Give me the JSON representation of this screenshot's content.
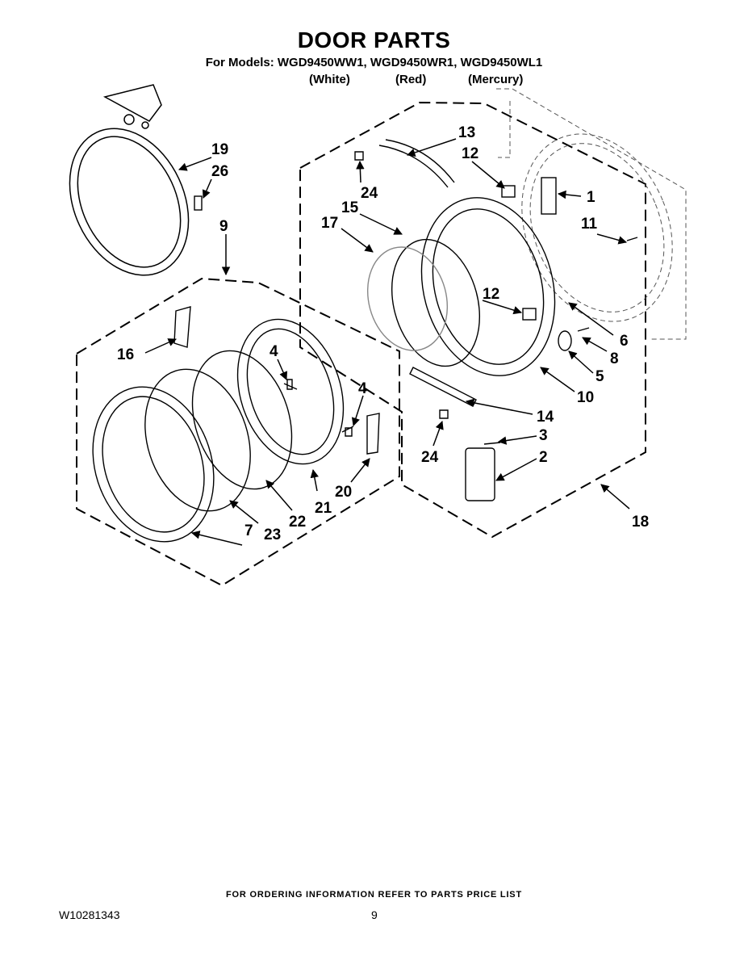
{
  "header": {
    "title": "DOOR PARTS",
    "models": "For Models: WGD9450WW1, WGD9450WR1, WGD9450WL1",
    "variants": [
      "(White)",
      "(Red)",
      "(Mercury)"
    ]
  },
  "callouts": {
    "c1": "1",
    "c2": "2",
    "c3": "3",
    "c4a": "4",
    "c4b": "4",
    "c5": "5",
    "c6": "6",
    "c7": "7",
    "c8": "8",
    "c9": "9",
    "c10": "10",
    "c11": "11",
    "c12a": "12",
    "c12b": "12",
    "c13": "13",
    "c14": "14",
    "c15": "15",
    "c16": "16",
    "c17": "17",
    "c18": "18",
    "c19": "19",
    "c20": "20",
    "c21": "21",
    "c22": "22",
    "c23": "23",
    "c24a": "24",
    "c24b": "24",
    "c26": "26"
  },
  "footer": {
    "ordering_note": "FOR ORDERING INFORMATION REFER TO PARTS PRICE LIST",
    "doc_number": "W10281343",
    "page_number": "9"
  }
}
